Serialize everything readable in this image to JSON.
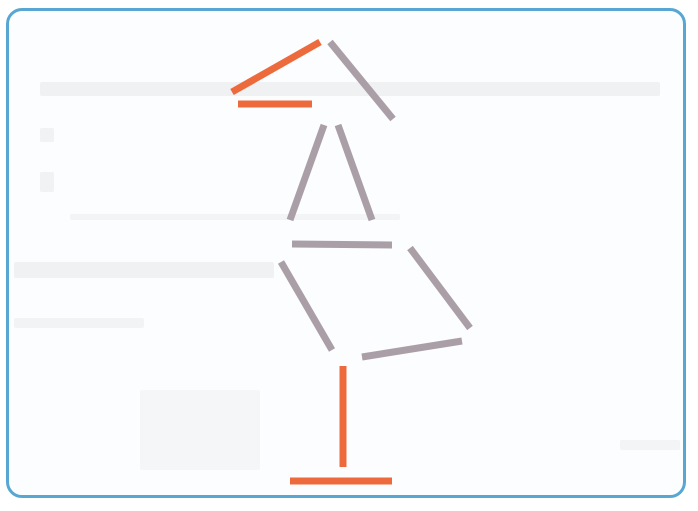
{
  "figure": {
    "kind": "matchstick-figure",
    "colors": {
      "frame": "#58a7d3",
      "background": "#fbfdfe",
      "stick_gray": "#aa9fa6",
      "stick_orange": "#ec6a3c"
    },
    "sticks": [
      {
        "id": "beak-upper",
        "color": "orange"
      },
      {
        "id": "beak-lower",
        "color": "orange"
      },
      {
        "id": "head-back",
        "color": "gray"
      },
      {
        "id": "neck-left",
        "color": "gray"
      },
      {
        "id": "neck-right",
        "color": "gray"
      },
      {
        "id": "body-top",
        "color": "gray"
      },
      {
        "id": "body-left",
        "color": "gray"
      },
      {
        "id": "body-tail",
        "color": "gray"
      },
      {
        "id": "body-bottom",
        "color": "gray"
      },
      {
        "id": "leg",
        "color": "orange"
      },
      {
        "id": "foot",
        "color": "orange"
      }
    ]
  }
}
